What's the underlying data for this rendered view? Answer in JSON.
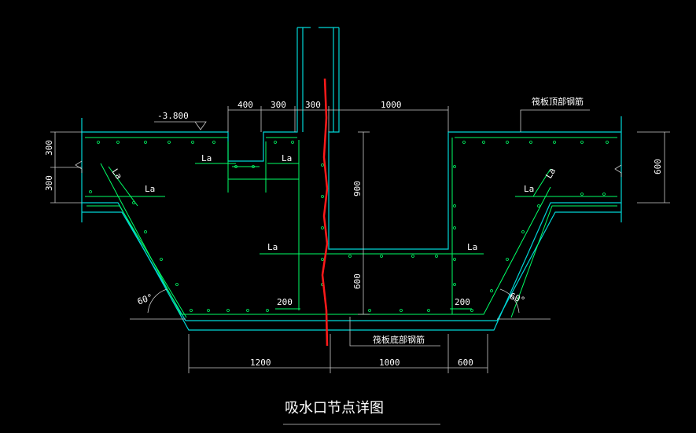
{
  "drawing": {
    "title": "吸水口节点详图",
    "elevation": "-3.800",
    "top_rebar_label": "筏板顶部钢筋",
    "bottom_rebar_label": "筏板底部钢筋",
    "anchor_label": "La",
    "angle_left": "60°",
    "angle_right": "60°",
    "dimensions": {
      "d400": "400",
      "d300a": "300",
      "d300b": "300",
      "d1000_top": "1000",
      "d900": "900",
      "d600_mid": "600",
      "d200_left": "200",
      "d200_right": "200",
      "d1200_bottom": "1200",
      "d1000_bottom": "1000",
      "d600_bottom": "600",
      "d300_left_top": "300",
      "d300_left_bot": "300",
      "d600_right": "600"
    }
  },
  "colors": {
    "background": "#000000",
    "concrete": "#00d6d6",
    "rebar": "#00ff66",
    "dim_line": "#c8c8c8",
    "text": "#ffffff",
    "break_line": "#ff1a1a"
  }
}
